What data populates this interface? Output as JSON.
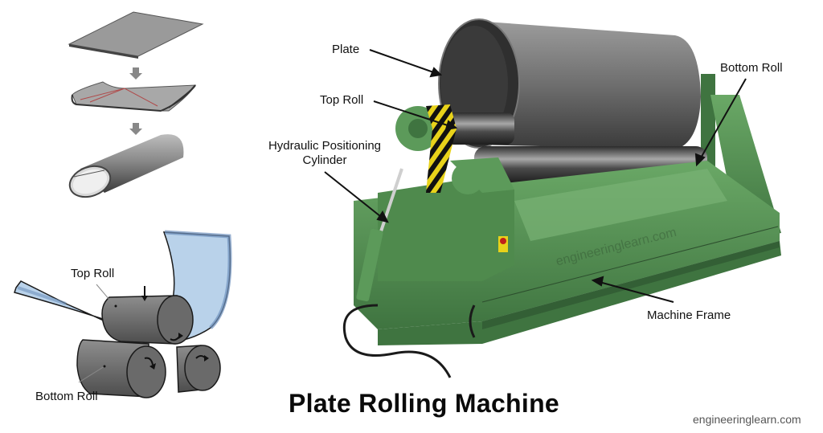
{
  "title": "Plate Rolling Machine",
  "watermark": "engineeringlearn.com",
  "frame_watermark": "engineeringlearn.com",
  "process_steps": {
    "icons": [
      "flat-plate",
      "arrow-down",
      "partially-bent-plate",
      "arrow-down",
      "rolled-cylinder"
    ]
  },
  "roll_diagram": {
    "labels": {
      "top_roll": "Top Roll",
      "bottom_roll": "Bottom Roll"
    },
    "colors": {
      "plate": "#b9d2ea",
      "plate_edge": "#6f92bd",
      "roll": "#6b6b6b",
      "outline": "#1a1a1a"
    }
  },
  "machine": {
    "labels": {
      "plate": "Plate",
      "top_roll": "Top Roll",
      "bottom_roll": "Bottom Roll",
      "hydraulic_line1": "Hydraulic Positioning",
      "hydraulic_line2": "Cylinder",
      "machine_frame": "Machine Frame"
    },
    "colors": {
      "frame_green": "#5c9a5a",
      "frame_dark": "#3f7440",
      "steel": "#5a5a5a",
      "hazard_yellow": "#e8d21a",
      "hazard_black": "#111111",
      "estop_red": "#c0201a"
    }
  }
}
